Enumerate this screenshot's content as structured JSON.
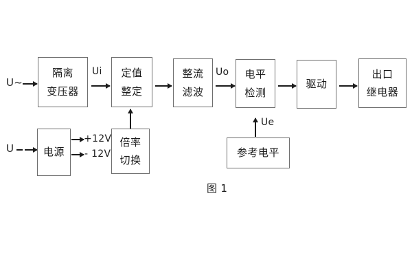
{
  "figure": {
    "caption": "图 1",
    "stroke_color": "#6e6e6e",
    "line_color": "#1b1b1b",
    "background": "#ffffff"
  },
  "blocks": {
    "isolation_transformer": {
      "line1": "隔离",
      "line2": "变压器"
    },
    "setting_value": {
      "line1": "定值",
      "line2": "整定"
    },
    "rectify_filter": {
      "line1": "整流",
      "line2": "滤波"
    },
    "level_detect": {
      "line1": "电平",
      "line2": "检测"
    },
    "drive": {
      "line1": "驱动"
    },
    "output_relay": {
      "line1": "出口",
      "line2": "继电器"
    },
    "power_supply": {
      "line1": "电源"
    },
    "multiplier_switch": {
      "line1": "倍率",
      "line2": "切换"
    },
    "reference_level": {
      "line1": "参考电平"
    }
  },
  "signals": {
    "input_ac": "U~",
    "input_dc": "U",
    "ui": "Ui",
    "uo": "Uo",
    "ue": "Ue",
    "rail_positive": "+12V",
    "rail_negative": "- 12V"
  }
}
